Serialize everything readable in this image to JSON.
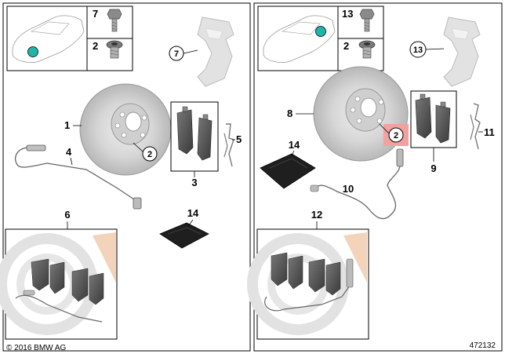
{
  "panels": {
    "left": {
      "legend": [
        {
          "ref": "7",
          "icon": "bolt-icon"
        },
        {
          "ref": "2",
          "icon": "screw-icon"
        }
      ],
      "callouts": {
        "c1": "1",
        "c2": "2",
        "c3": "3",
        "c4": "4",
        "c5": "5",
        "c6": "6",
        "c7": "7",
        "c14": "14"
      }
    },
    "right": {
      "legend": [
        {
          "ref": "13",
          "icon": "bolt-icon"
        },
        {
          "ref": "2",
          "icon": "screw-icon"
        }
      ],
      "callouts": {
        "c8": "8",
        "c2": "2",
        "c9": "9",
        "c10": "10",
        "c11": "11",
        "c12": "12",
        "c13": "13",
        "c14": "14"
      }
    }
  },
  "footer": {
    "copyright": "© 2016 BMW AG",
    "diagram_number": "472132"
  },
  "colors": {
    "marker": "#1fb5a8",
    "highlight": "#f2a0a0",
    "disc": "#d4d4d4",
    "caliper": "#d8d8d8",
    "pad": "#555555",
    "swirl_orange": "#f0c8a8"
  }
}
